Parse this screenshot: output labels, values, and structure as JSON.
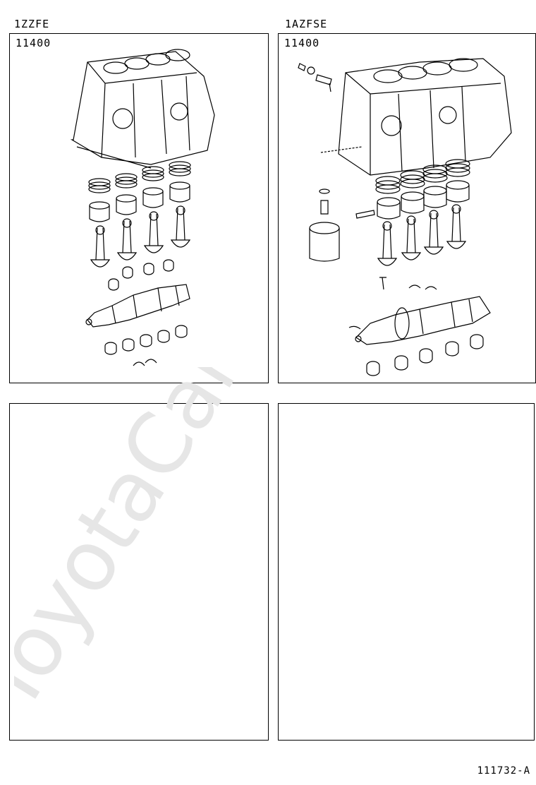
{
  "panels": [
    {
      "engine": "1ZZFE",
      "part_code": "11400"
    },
    {
      "engine": "1AZFSE",
      "part_code": "11400"
    },
    {
      "engine": "",
      "part_code": ""
    },
    {
      "engine": "",
      "part_code": ""
    }
  ],
  "watermark": "ToyotaCarMinutes",
  "reference": "111732-A"
}
